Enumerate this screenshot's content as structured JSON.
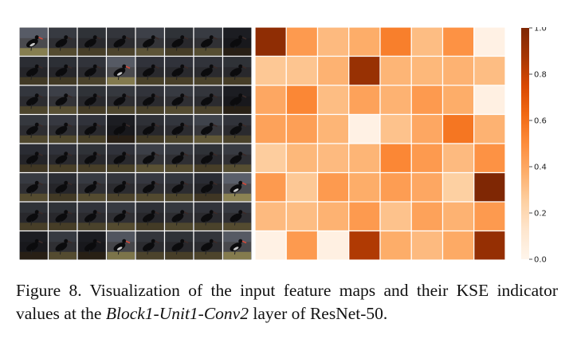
{
  "chart_data": {
    "type": "heatmap",
    "rows": 8,
    "cols": 8,
    "values": [
      [
        0.95,
        0.45,
        0.33,
        0.38,
        0.55,
        0.32,
        0.48,
        0.03
      ],
      [
        0.28,
        0.29,
        0.36,
        0.92,
        0.35,
        0.34,
        0.36,
        0.32
      ],
      [
        0.4,
        0.52,
        0.32,
        0.42,
        0.36,
        0.45,
        0.38,
        0.04
      ],
      [
        0.42,
        0.43,
        0.35,
        0.03,
        0.3,
        0.4,
        0.58,
        0.36
      ],
      [
        0.26,
        0.34,
        0.33,
        0.35,
        0.52,
        0.45,
        0.33,
        0.48
      ],
      [
        0.45,
        0.28,
        0.45,
        0.38,
        0.44,
        0.4,
        0.25,
        1.0
      ],
      [
        0.33,
        0.32,
        0.36,
        0.45,
        0.3,
        0.42,
        0.36,
        0.45
      ],
      [
        0.03,
        0.45,
        0.04,
        0.85,
        0.38,
        0.33,
        0.39,
        0.93
      ]
    ],
    "colorbar": {
      "range": [
        0.0,
        1.0
      ],
      "ticks": [
        0.0,
        0.2,
        0.4,
        0.6,
        0.8,
        1.0
      ],
      "tick_labels": [
        "0.0",
        "0.2",
        "0.4",
        "0.6",
        "0.8",
        "1.0"
      ]
    },
    "colormap": [
      "#fff5eb",
      "#fee6ce",
      "#fdd0a2",
      "#fdae6b",
      "#fd8d3c",
      "#f16913",
      "#d94801",
      "#a63603",
      "#7f2704"
    ],
    "feature_maps": {
      "rows": 8,
      "cols": 8,
      "brightness": [
        [
          0.95,
          0.45,
          0.33,
          0.38,
          0.55,
          0.32,
          0.48,
          0.03
        ],
        [
          0.28,
          0.29,
          0.36,
          0.92,
          0.35,
          0.34,
          0.36,
          0.32
        ],
        [
          0.4,
          0.52,
          0.32,
          0.42,
          0.36,
          0.45,
          0.38,
          0.04
        ],
        [
          0.42,
          0.43,
          0.35,
          0.03,
          0.3,
          0.4,
          0.58,
          0.36
        ],
        [
          0.26,
          0.34,
          0.33,
          0.35,
          0.52,
          0.45,
          0.33,
          0.48
        ],
        [
          0.45,
          0.28,
          0.45,
          0.38,
          0.44,
          0.4,
          0.25,
          1.0
        ],
        [
          0.33,
          0.32,
          0.36,
          0.45,
          0.3,
          0.42,
          0.36,
          0.45
        ],
        [
          0.03,
          0.45,
          0.04,
          0.85,
          0.38,
          0.33,
          0.39,
          0.93
        ]
      ]
    }
  },
  "caption": {
    "part1": "Figure 8. Visualization of the input feature maps and their KSE indicator values at the ",
    "emphasis": "Block1-Unit1-Conv2",
    "part2": " layer of ResNet-50."
  }
}
